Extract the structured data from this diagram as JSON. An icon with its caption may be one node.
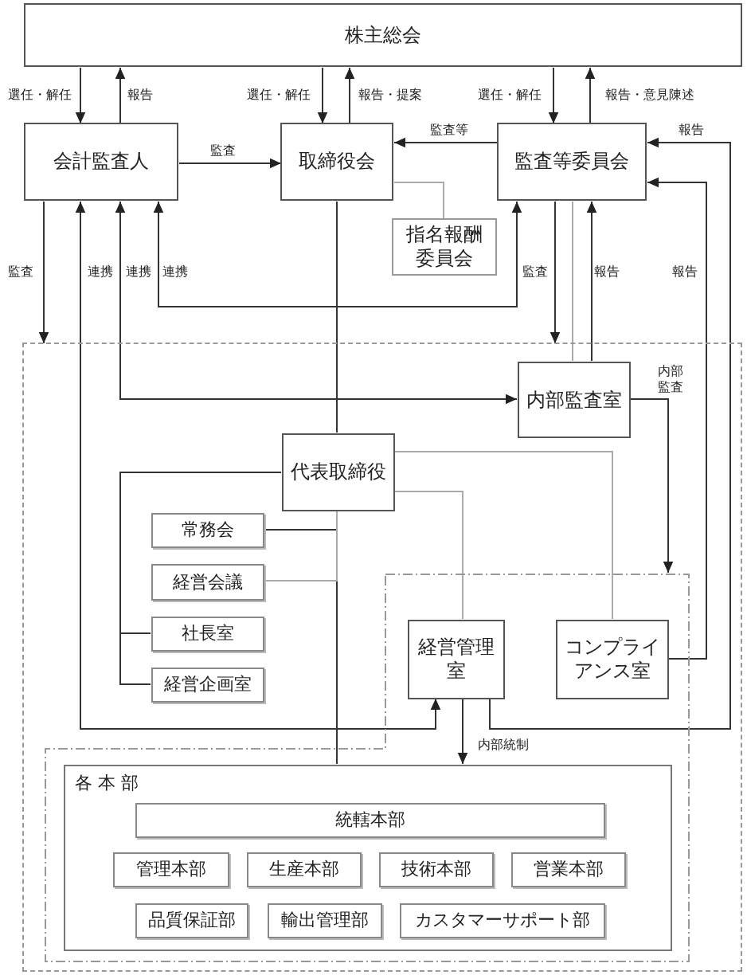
{
  "diagram": {
    "nodes": [
      {
        "text": [
          "株主総会"
        ]
      },
      {
        "text": [
          "会計監査人"
        ]
      },
      {
        "text": [
          "取締役会"
        ]
      },
      {
        "text": [
          "指名報酬委員会"
        ]
      },
      {
        "text": [
          "監査等委員会"
        ]
      },
      {
        "text": [],
        "shape": "box"
      },
      {
        "text": [
          "内部監査室"
        ],
        "in": 5
      },
      {
        "text": [
          "代表取締役"
        ],
        "in": 5
      },
      {
        "text": [
          "常務会"
        ],
        "in": 5
      },
      {
        "text": [
          "経営会議"
        ],
        "in": 5
      },
      {
        "text": [
          "社長室"
        ],
        "in": 5
      },
      {
        "text": [
          "経営企画室"
        ],
        "in": 5
      },
      {
        "text": [],
        "shape": "box",
        "in": 5
      },
      {
        "text": [
          "経営管理室"
        ],
        "in": 12
      },
      {
        "text": [
          "コンプライアンス室"
        ],
        "in": 12
      },
      {
        "text": [
          "各 本 部"
        ],
        "in": 12
      },
      {
        "text": [
          "統轄本部"
        ],
        "in": 15
      },
      {
        "text": [
          "管理本部"
        ],
        "in": 15
      },
      {
        "text": [
          "生産本部"
        ],
        "in": 15
      },
      {
        "text": [
          "技術本部"
        ],
        "in": 15
      },
      {
        "text": [
          "営業本部"
        ],
        "in": 15
      },
      {
        "text": [
          "品質保証部"
        ],
        "in": 15
      },
      {
        "text": [
          "輸出管理部"
        ],
        "in": 15
      },
      {
        "text": [
          "カスタマーサポート部"
        ],
        "in": 15
      }
    ],
    "edges": [
      {
        "from": 0,
        "to": 1,
        "arrow": "to",
        "label": "選任・解任"
      },
      {
        "from": 1,
        "to": 0,
        "arrow": "to",
        "label": "報告"
      },
      {
        "from": 0,
        "to": 2,
        "arrow": "to",
        "label": "選任・解任"
      },
      {
        "from": 2,
        "to": 0,
        "arrow": "to",
        "label": "報告・提案"
      },
      {
        "from": 0,
        "to": 4,
        "arrow": "to",
        "label": "選任・解任"
      },
      {
        "from": 4,
        "to": 0,
        "arrow": "to",
        "label": "報告・意見陳述"
      },
      {
        "from": 1,
        "to": 2,
        "arrow": "to",
        "label": "監査"
      },
      {
        "from": 4,
        "to": 2,
        "arrow": "to",
        "label": "監査等"
      },
      {
        "from": 2,
        "to": 3,
        "arrow": "none",
        "color": "#aaaaaa"
      },
      {
        "from": 1,
        "to": 5,
        "arrow": "to",
        "label": "監査"
      },
      {
        "from": 1,
        "to": 13,
        "arrow": "both",
        "label": "連携"
      },
      {
        "from": 1,
        "to": 6,
        "arrow": "both",
        "label": "連携"
      },
      {
        "from": 1,
        "to": 4,
        "arrow": "both",
        "label": "連携"
      },
      {
        "from": 4,
        "to": 5,
        "arrow": "to",
        "label": "監査"
      },
      {
        "from": 4,
        "to": 6,
        "arrow": "none",
        "color": "#aaaaaa"
      },
      {
        "from": 6,
        "to": 4,
        "arrow": "to",
        "label": "報告"
      },
      {
        "from": 14,
        "to": 4,
        "arrow": "to",
        "label": "報告"
      },
      {
        "from": 13,
        "to": 4,
        "arrow": "to",
        "label": "報告"
      },
      {
        "from": 6,
        "to": 12,
        "arrow": "to",
        "label": "内部監査"
      },
      {
        "from": 2,
        "to": 7,
        "arrow": "none"
      },
      {
        "from": 7,
        "to": 15,
        "arrow": "none"
      },
      {
        "from": 7,
        "to": 8,
        "arrow": "none"
      },
      {
        "from": 7,
        "to": 9,
        "arrow": "none",
        "color": "#aaaaaa"
      },
      {
        "from": 7,
        "to": 10,
        "arrow": "none"
      },
      {
        "from": 7,
        "to": 11,
        "arrow": "none"
      },
      {
        "from": 7,
        "to": 13,
        "arrow": "none",
        "color": "#aaaaaa"
      },
      {
        "from": 7,
        "to": 14,
        "arrow": "none",
        "color": "#aaaaaa"
      },
      {
        "from": 13,
        "to": 15,
        "arrow": "to",
        "label": "内部統制"
      }
    ]
  }
}
